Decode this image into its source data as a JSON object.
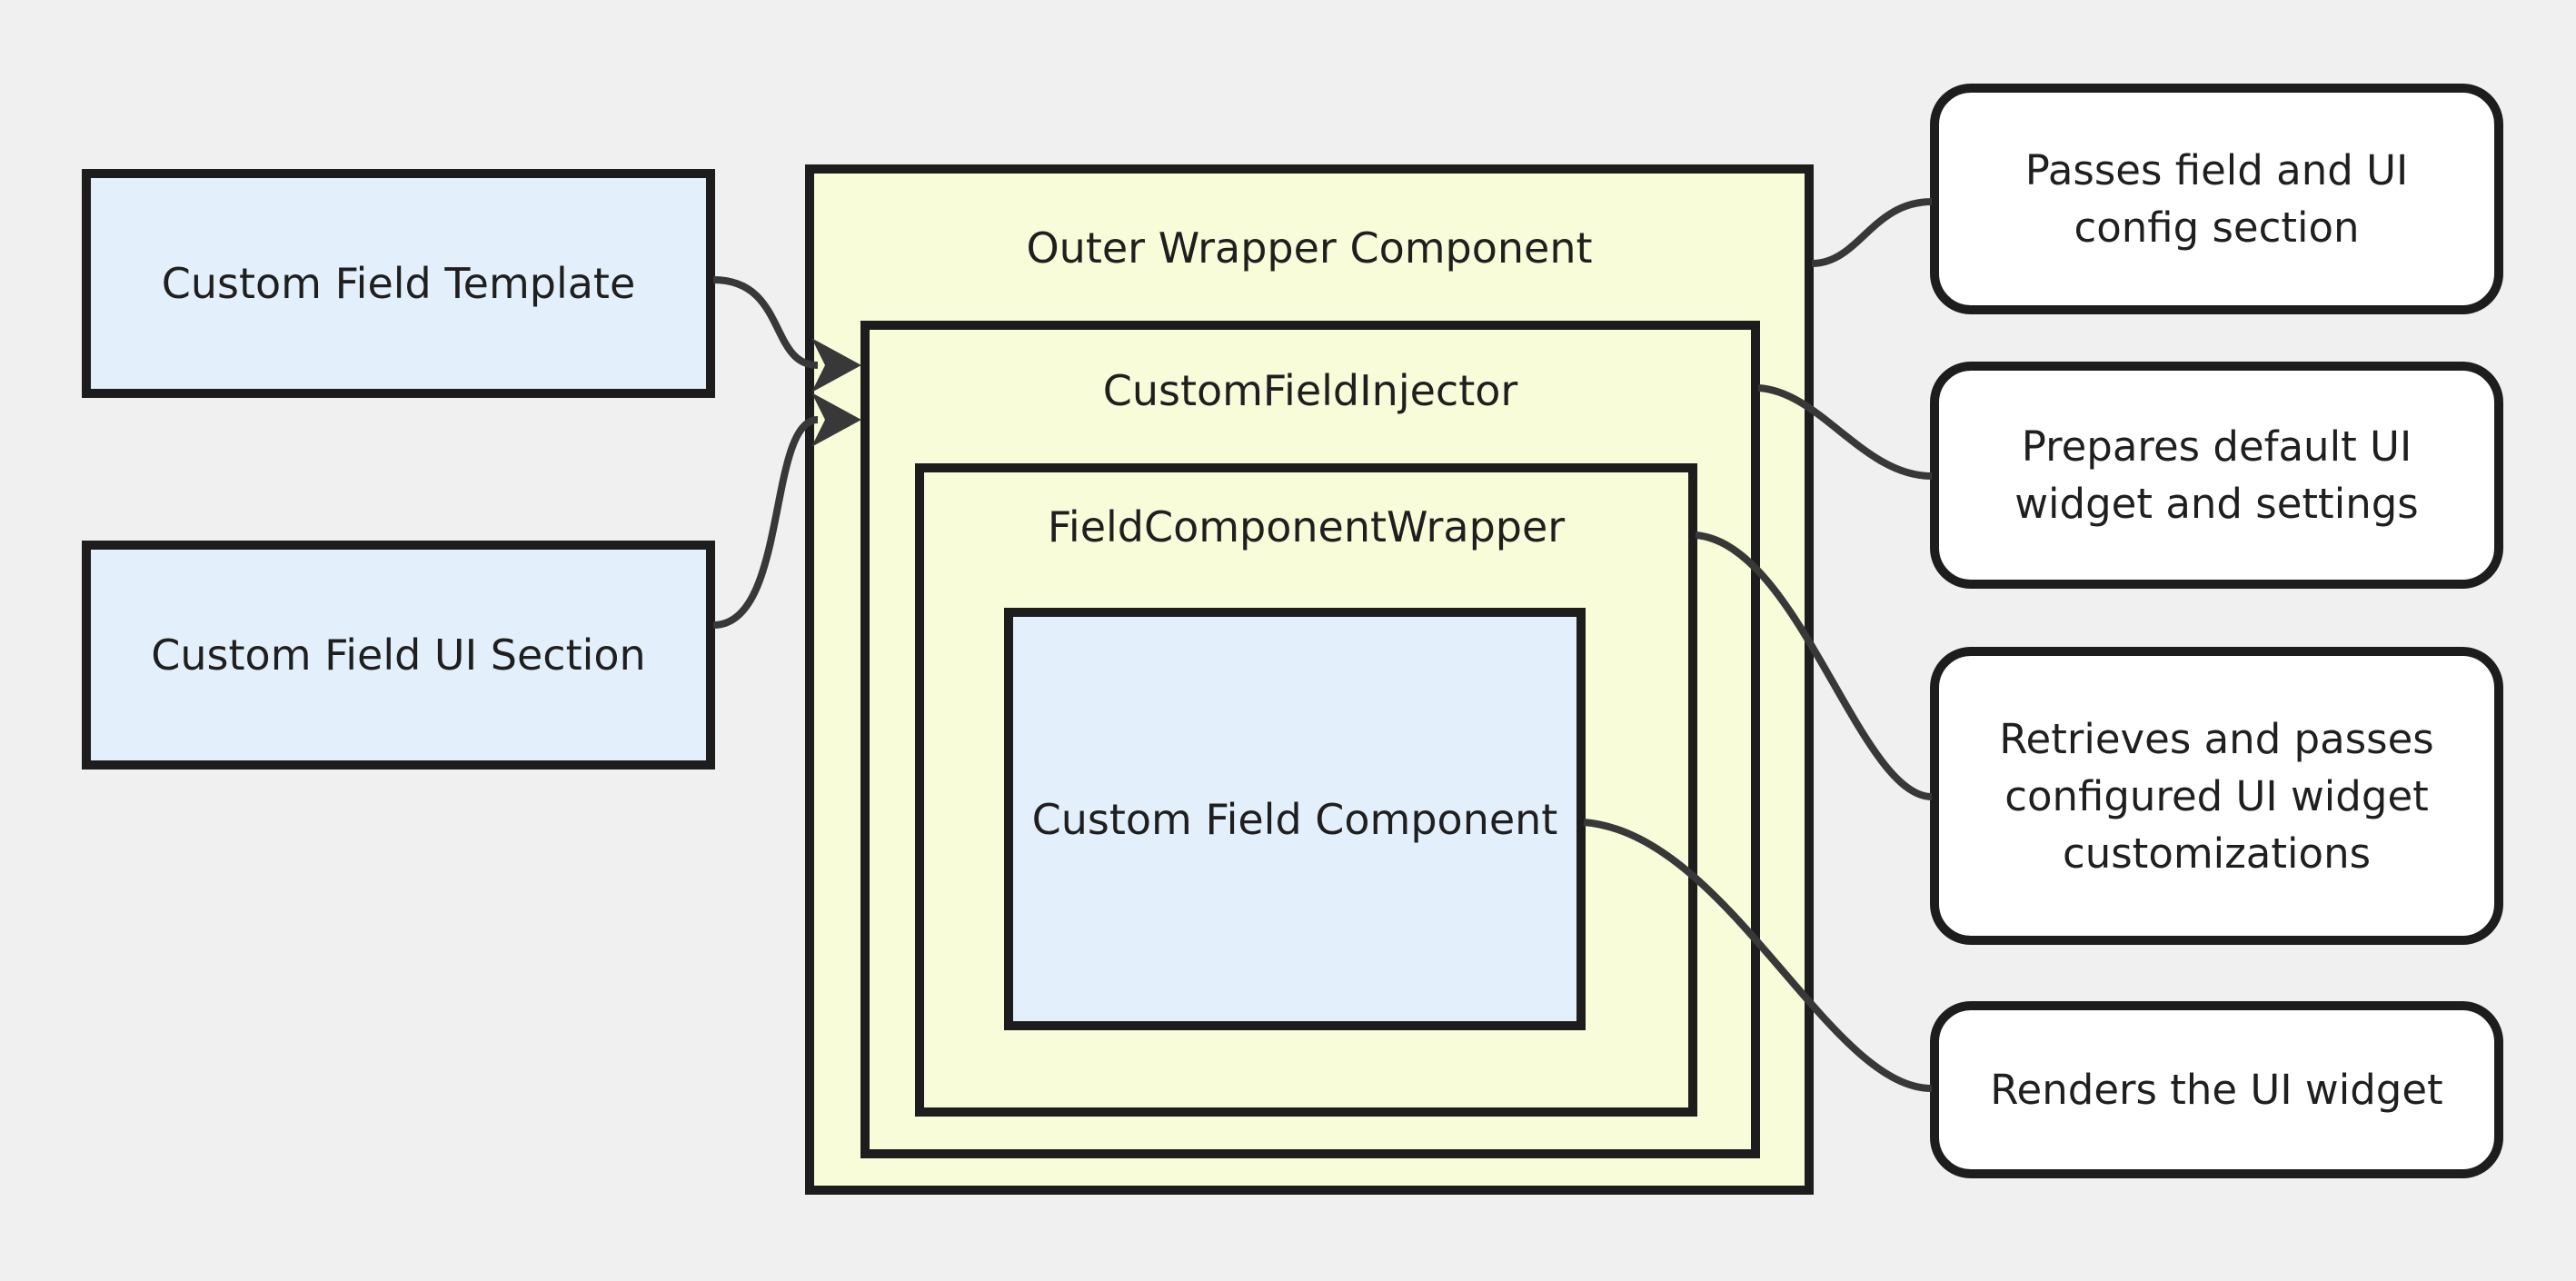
{
  "diagram": {
    "background_color": "#f0f0f0",
    "colors": {
      "node_fill_blue": "#e3f0fc",
      "subgraph_fill_yellow": "#f8fcd9",
      "annotation_fill": "#ffffff",
      "border_color": "#1d1d1d",
      "edge_color": "#383838",
      "text_color": "#1f1f1f"
    },
    "nodes": {
      "custom_field_template": {
        "label": "Custom Field Template"
      },
      "custom_field_ui_section": {
        "label": "Custom Field UI Section"
      },
      "outer_wrapper": {
        "label": "Outer Wrapper Component"
      },
      "injector": {
        "label": "CustomFieldInjector"
      },
      "field_component_wrapper": {
        "label": "FieldComponentWrapper"
      },
      "custom_field_component": {
        "label": "Custom Field Component"
      }
    },
    "annotations": [
      {
        "label": [
          "Passes field and UI",
          "config section"
        ]
      },
      {
        "label": [
          "Prepares default UI",
          "widget and settings"
        ]
      },
      {
        "label": [
          "Retrieves and passes",
          "configured UI widget",
          "customizations"
        ]
      },
      {
        "label": [
          "Renders the UI widget"
        ]
      }
    ],
    "edges": [
      {
        "from": "custom-field-template",
        "to": "custom-field-injector",
        "arrow": true
      },
      {
        "from": "custom-field-ui-section",
        "to": "custom-field-injector",
        "arrow": true
      },
      {
        "from": "outer-wrapper-component",
        "to": "annotation-passes-field-and-ui-config-section",
        "arrow": false
      },
      {
        "from": "custom-field-injector",
        "to": "annotation-prepares-default-ui-widget-and-settings",
        "arrow": false
      },
      {
        "from": "field-component-wrapper",
        "to": "annotation-retrieves-and-passes-configured-ui-widget-customizations",
        "arrow": false
      },
      {
        "from": "custom-field-component",
        "to": "annotation-renders-the-ui-widget",
        "arrow": false
      }
    ]
  }
}
